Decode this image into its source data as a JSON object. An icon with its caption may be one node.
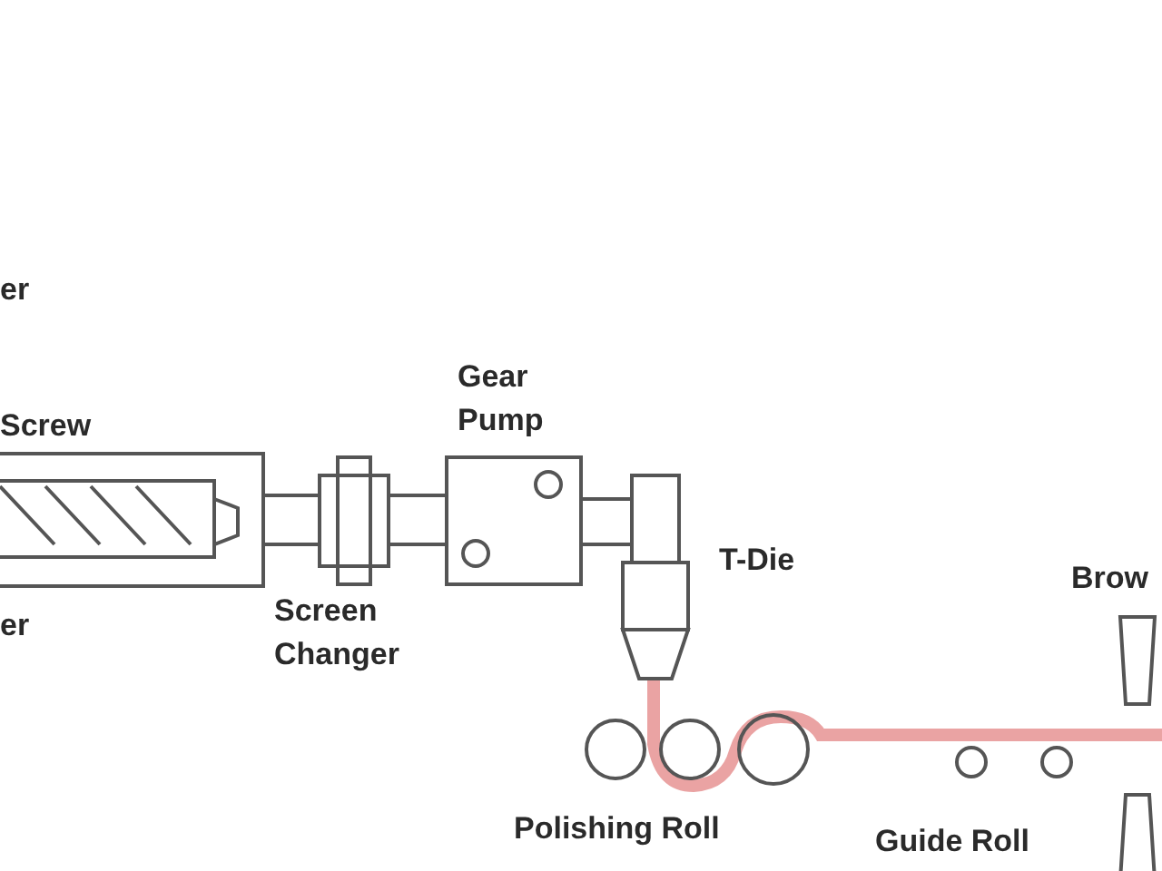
{
  "diagram": {
    "labels": [
      "er",
      "Gear Pump",
      "Screw",
      "T-Die",
      "Brow",
      "Screen Changer",
      "er",
      "Polishing Roll",
      "Guide Roll"
    ]
  }
}
